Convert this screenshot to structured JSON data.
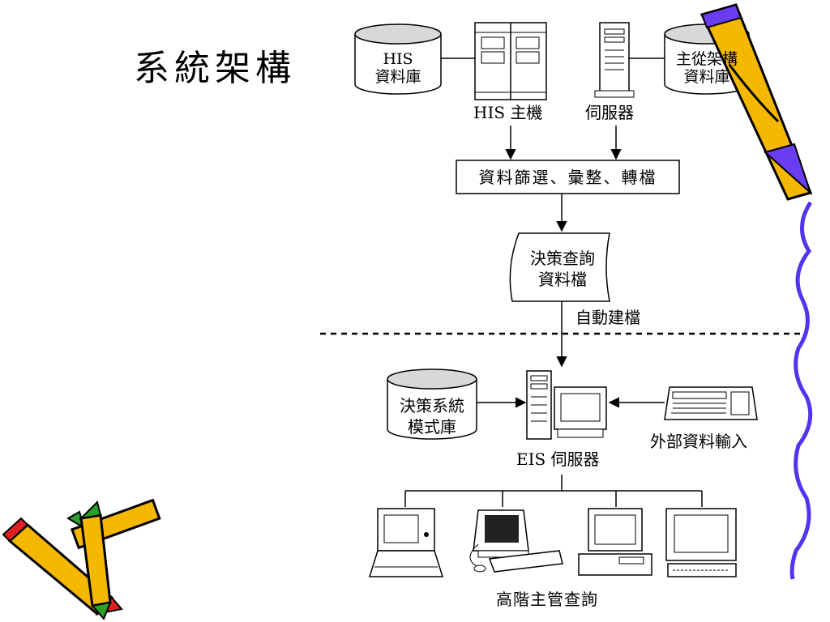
{
  "title": "系統架構",
  "nodes": {
    "his_db": {
      "line1": "HIS",
      "line2": "資料庫"
    },
    "his_host": "HIS 主機",
    "server": "伺服器",
    "cs_db": {
      "line1": "主從架構",
      "line2": "資料庫"
    },
    "filter": "資料篩選、彙整、轉檔",
    "decision_file": {
      "line1": "決策查詢",
      "line2": "資料檔"
    },
    "auto_build": "自動建檔",
    "model_db": {
      "line1": "決策系統",
      "line2": "模式庫"
    },
    "eis_server": "EIS 伺服器",
    "external_input": "外部資料輸入",
    "exec_query": "高階主管查詢"
  },
  "colors": {
    "pencil_body": "#f5b800",
    "pencil_outline": "#000000",
    "pencil_accent": "#6a3df0",
    "pencil_tip_red": "#e02020",
    "pencil_tip_green": "#2aa02a",
    "squiggle": "#5533ee"
  }
}
